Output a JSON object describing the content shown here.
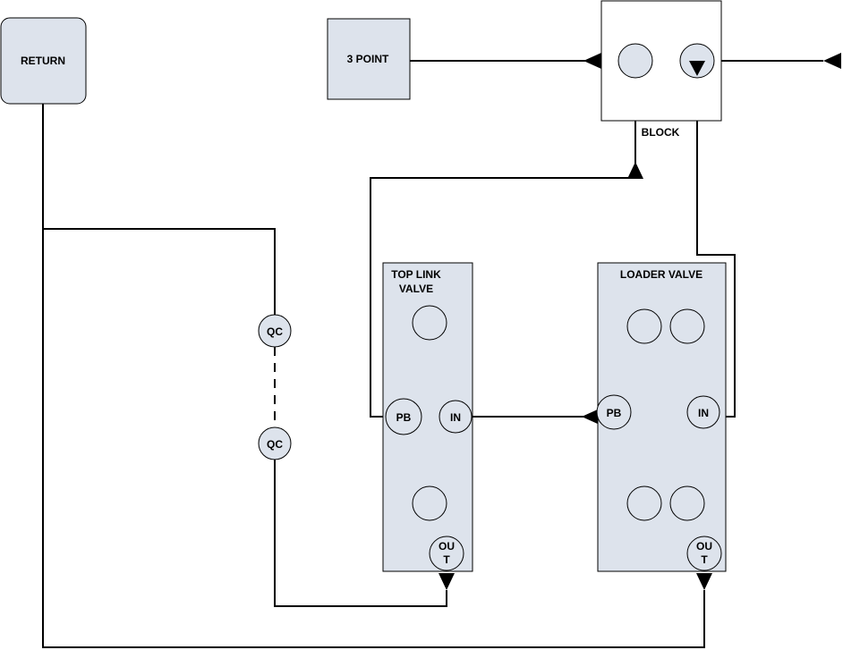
{
  "nodes": {
    "return": {
      "label": "RETURN"
    },
    "three_point": {
      "label": "3 POINT"
    },
    "block": {
      "label": "BLOCK"
    },
    "top_link_valve": {
      "title_line1": "TOP LINK",
      "title_line2": "VALVE",
      "port_pb": "PB",
      "port_in": "IN",
      "port_out_line1": "OU",
      "port_out_line2": "T"
    },
    "loader_valve": {
      "title": "LOADER VALVE",
      "port_pb": "PB",
      "port_in": "IN",
      "port_out_line1": "OU",
      "port_out_line2": "T"
    },
    "qc_upper": {
      "label": "QC"
    },
    "qc_lower": {
      "label": "QC"
    }
  },
  "colors": {
    "box_fill": "#dde3ec",
    "line": "#000000",
    "background": "#ffffff"
  }
}
